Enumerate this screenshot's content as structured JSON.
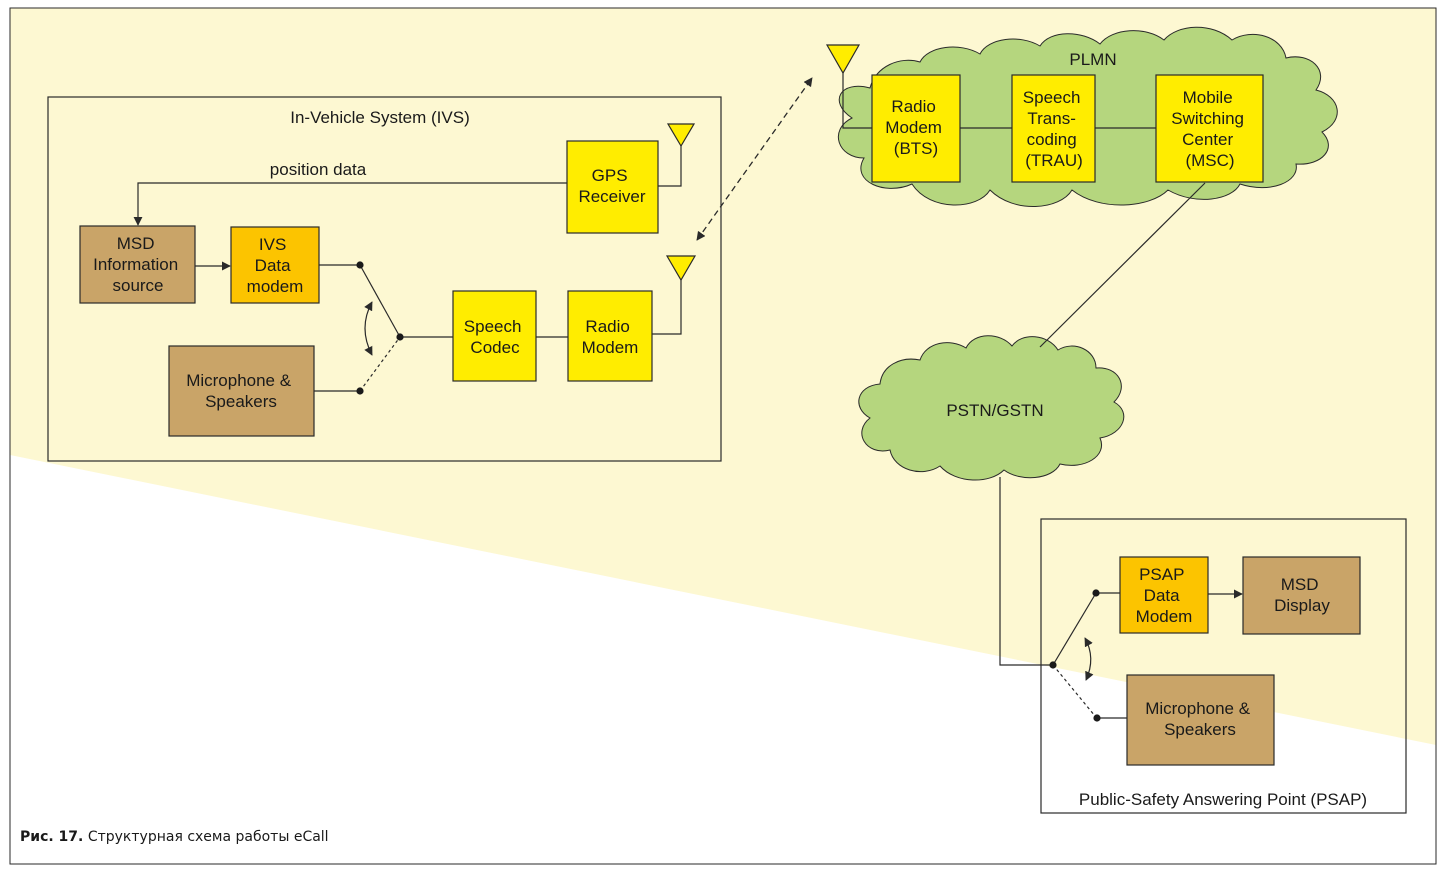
{
  "colors": {
    "background_band": "#fdf8d2",
    "yellow_block": "#ffed00",
    "orange_block": "#fcc400",
    "brown_block": "#c9a468",
    "cloud": "#b5d67e",
    "line": "#2a2a2a"
  },
  "ivs": {
    "title": "In-Vehicle System (IVS)",
    "position_data_label": "position data",
    "gps": [
      "GPS",
      "Receiver"
    ],
    "msd_source": [
      "MSD",
      "Information",
      "source"
    ],
    "data_modem": [
      "IVS",
      "Data",
      "modem"
    ],
    "microphone": [
      "Microphone &",
      "Speakers"
    ],
    "speech_codec": [
      "Speech",
      "Codec"
    ],
    "radio_modem": [
      "Radio",
      "Modem"
    ]
  },
  "plmn": {
    "title": "PLMN",
    "bts": [
      "Radio",
      "Modem",
      "(BTS)"
    ],
    "trau": [
      "Speech",
      "Trans-",
      "coding",
      "(TRAU)"
    ],
    "msc": [
      "Mobile",
      "Switching",
      "Center",
      "(MSC)"
    ]
  },
  "pstn": {
    "title": "PSTN/GSTN"
  },
  "psap": {
    "title": "Public-Safety Answering Point (PSAP)",
    "data_modem": [
      "PSAP",
      "Data",
      "Modem"
    ],
    "msd_display": [
      "MSD",
      "Display"
    ],
    "microphone": [
      "Microphone &",
      "Speakers"
    ]
  },
  "caption": {
    "prefix": "Рис. 17.",
    "text": " Структурная схема работы eCall"
  }
}
